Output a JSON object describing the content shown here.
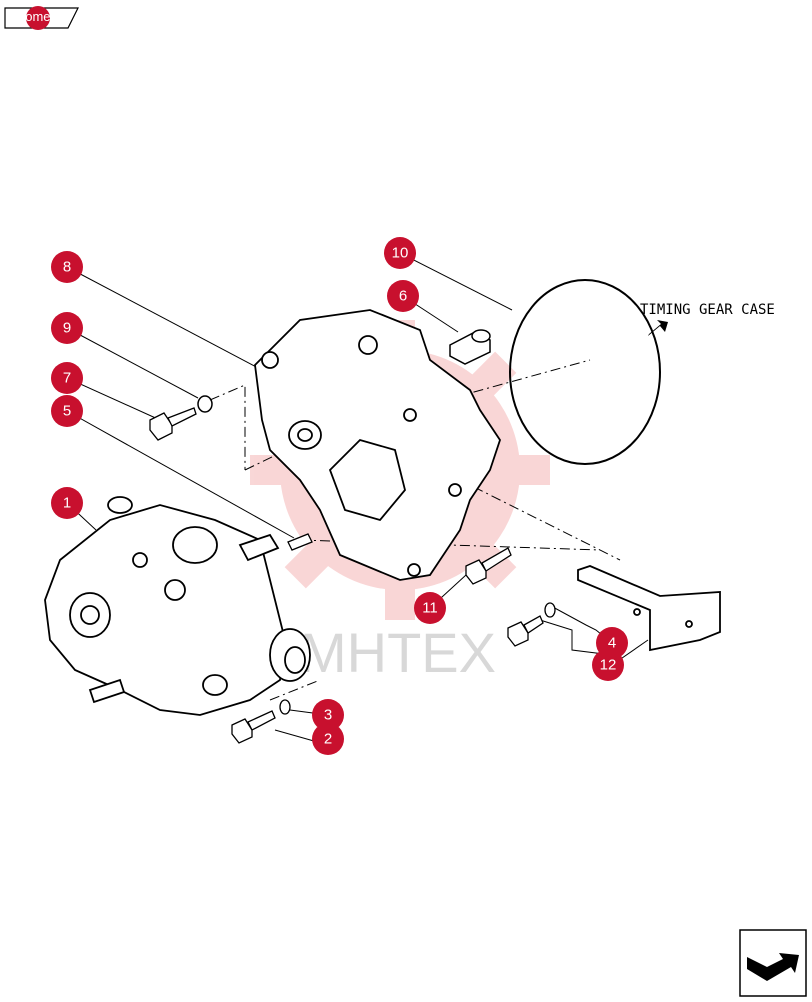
{
  "nav": {
    "home_label": "home"
  },
  "diagram": {
    "label_timing_gear_case": "TIMING GEAR CASE",
    "watermark_text": "MHTEX",
    "callouts": {
      "c1": "1",
      "c2": "2",
      "c3": "3",
      "c4": "4",
      "c5": "5",
      "c6": "6",
      "c7": "7",
      "c8": "8",
      "c9": "9",
      "c10": "10",
      "c11": "11",
      "c12": "12"
    }
  },
  "colors": {
    "callout": "#c8102e",
    "line": "#000000",
    "watermark": "#f5c6c6"
  },
  "icons": {
    "home": "home-tab-icon",
    "next": "next-page-arrow-icon",
    "direction": "direction-arrow-icon"
  }
}
